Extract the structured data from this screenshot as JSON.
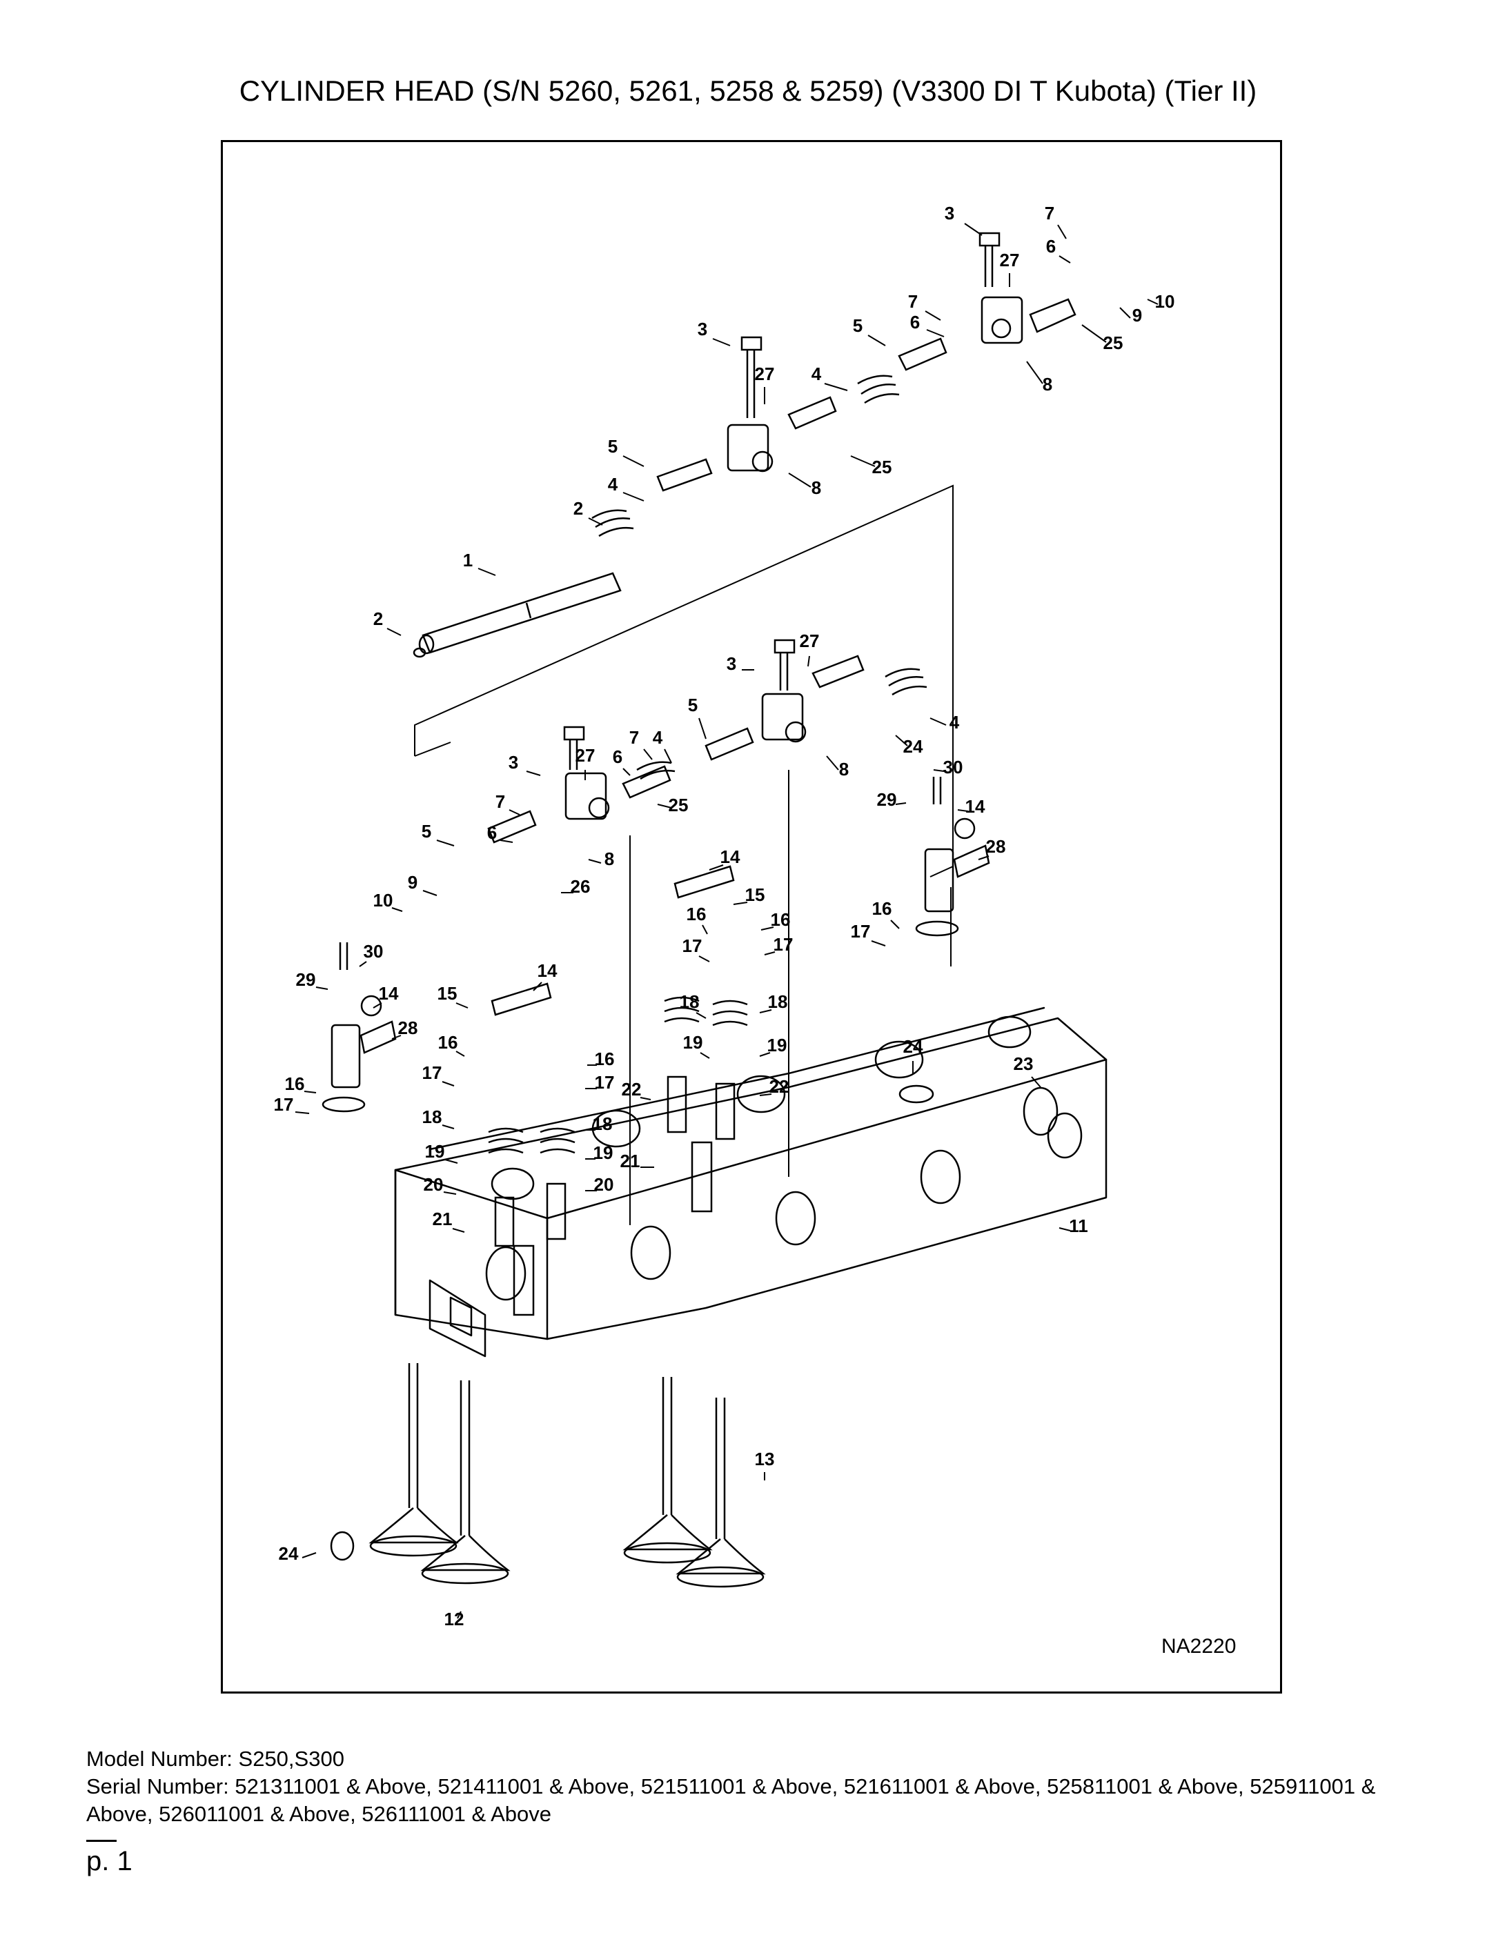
{
  "page": {
    "title": "CYLINDER HEAD (S/N 5260, 5261, 5258 & 5259) (V3300 DI T Kubota) (Tier II)",
    "page_number": "p. 1"
  },
  "diagram": {
    "code": "NA2220",
    "callouts": [
      "1",
      "2",
      "3",
      "4",
      "5",
      "6",
      "7",
      "8",
      "9",
      "10",
      "11",
      "12",
      "13",
      "14",
      "15",
      "16",
      "17",
      "18",
      "19",
      "20",
      "21",
      "22",
      "23",
      "24",
      "25",
      "26",
      "27",
      "28",
      "29",
      "30"
    ]
  },
  "footer": {
    "model_line": "Model Number: S250,S300",
    "serial_line": "Serial Number: 521311001 & Above, 521411001 & Above, 521511001 & Above, 521611001 & Above, 525811001 & Above, 525911001 & Above, 526011001 & Above, 526111001 & Above"
  }
}
